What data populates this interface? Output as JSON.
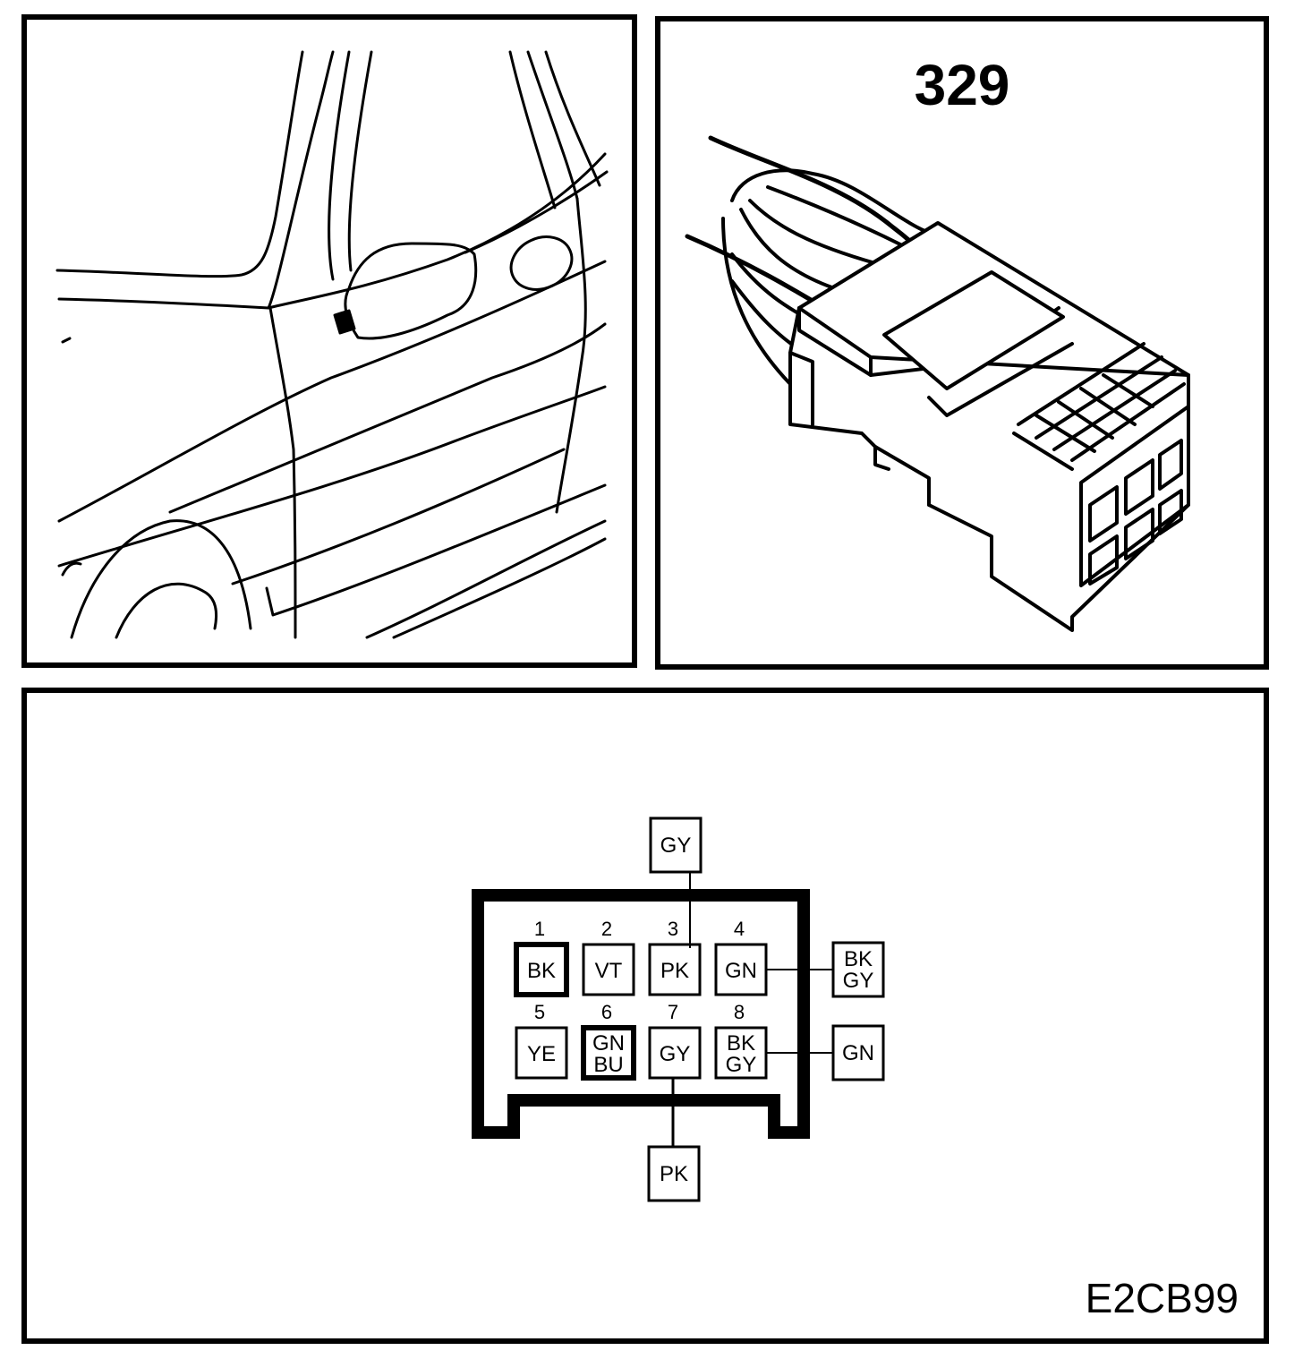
{
  "connector": {
    "number": "329",
    "pins": [
      {
        "number": "1",
        "colors": [
          "BK"
        ],
        "highlighted": true
      },
      {
        "number": "2",
        "colors": [
          "VT"
        ],
        "highlighted": false
      },
      {
        "number": "3",
        "colors": [
          "PK"
        ],
        "highlighted": false
      },
      {
        "number": "4",
        "colors": [
          "GN"
        ],
        "highlighted": false
      },
      {
        "number": "5",
        "colors": [
          "YE"
        ],
        "highlighted": false
      },
      {
        "number": "6",
        "colors": [
          "GN",
          "BU"
        ],
        "highlighted": true
      },
      {
        "number": "7",
        "colors": [
          "GY"
        ],
        "highlighted": false
      },
      {
        "number": "8",
        "colors": [
          "BK",
          "GY"
        ],
        "highlighted": false
      }
    ],
    "external_wires": [
      {
        "pin": "3",
        "colors": [
          "GY"
        ]
      },
      {
        "pin": "4",
        "colors": [
          "BK",
          "GY"
        ]
      },
      {
        "pin": "7",
        "colors": [
          "PK"
        ]
      },
      {
        "pin": "8",
        "colors": [
          "GN"
        ]
      }
    ]
  },
  "diagram_code": "E2CB99"
}
